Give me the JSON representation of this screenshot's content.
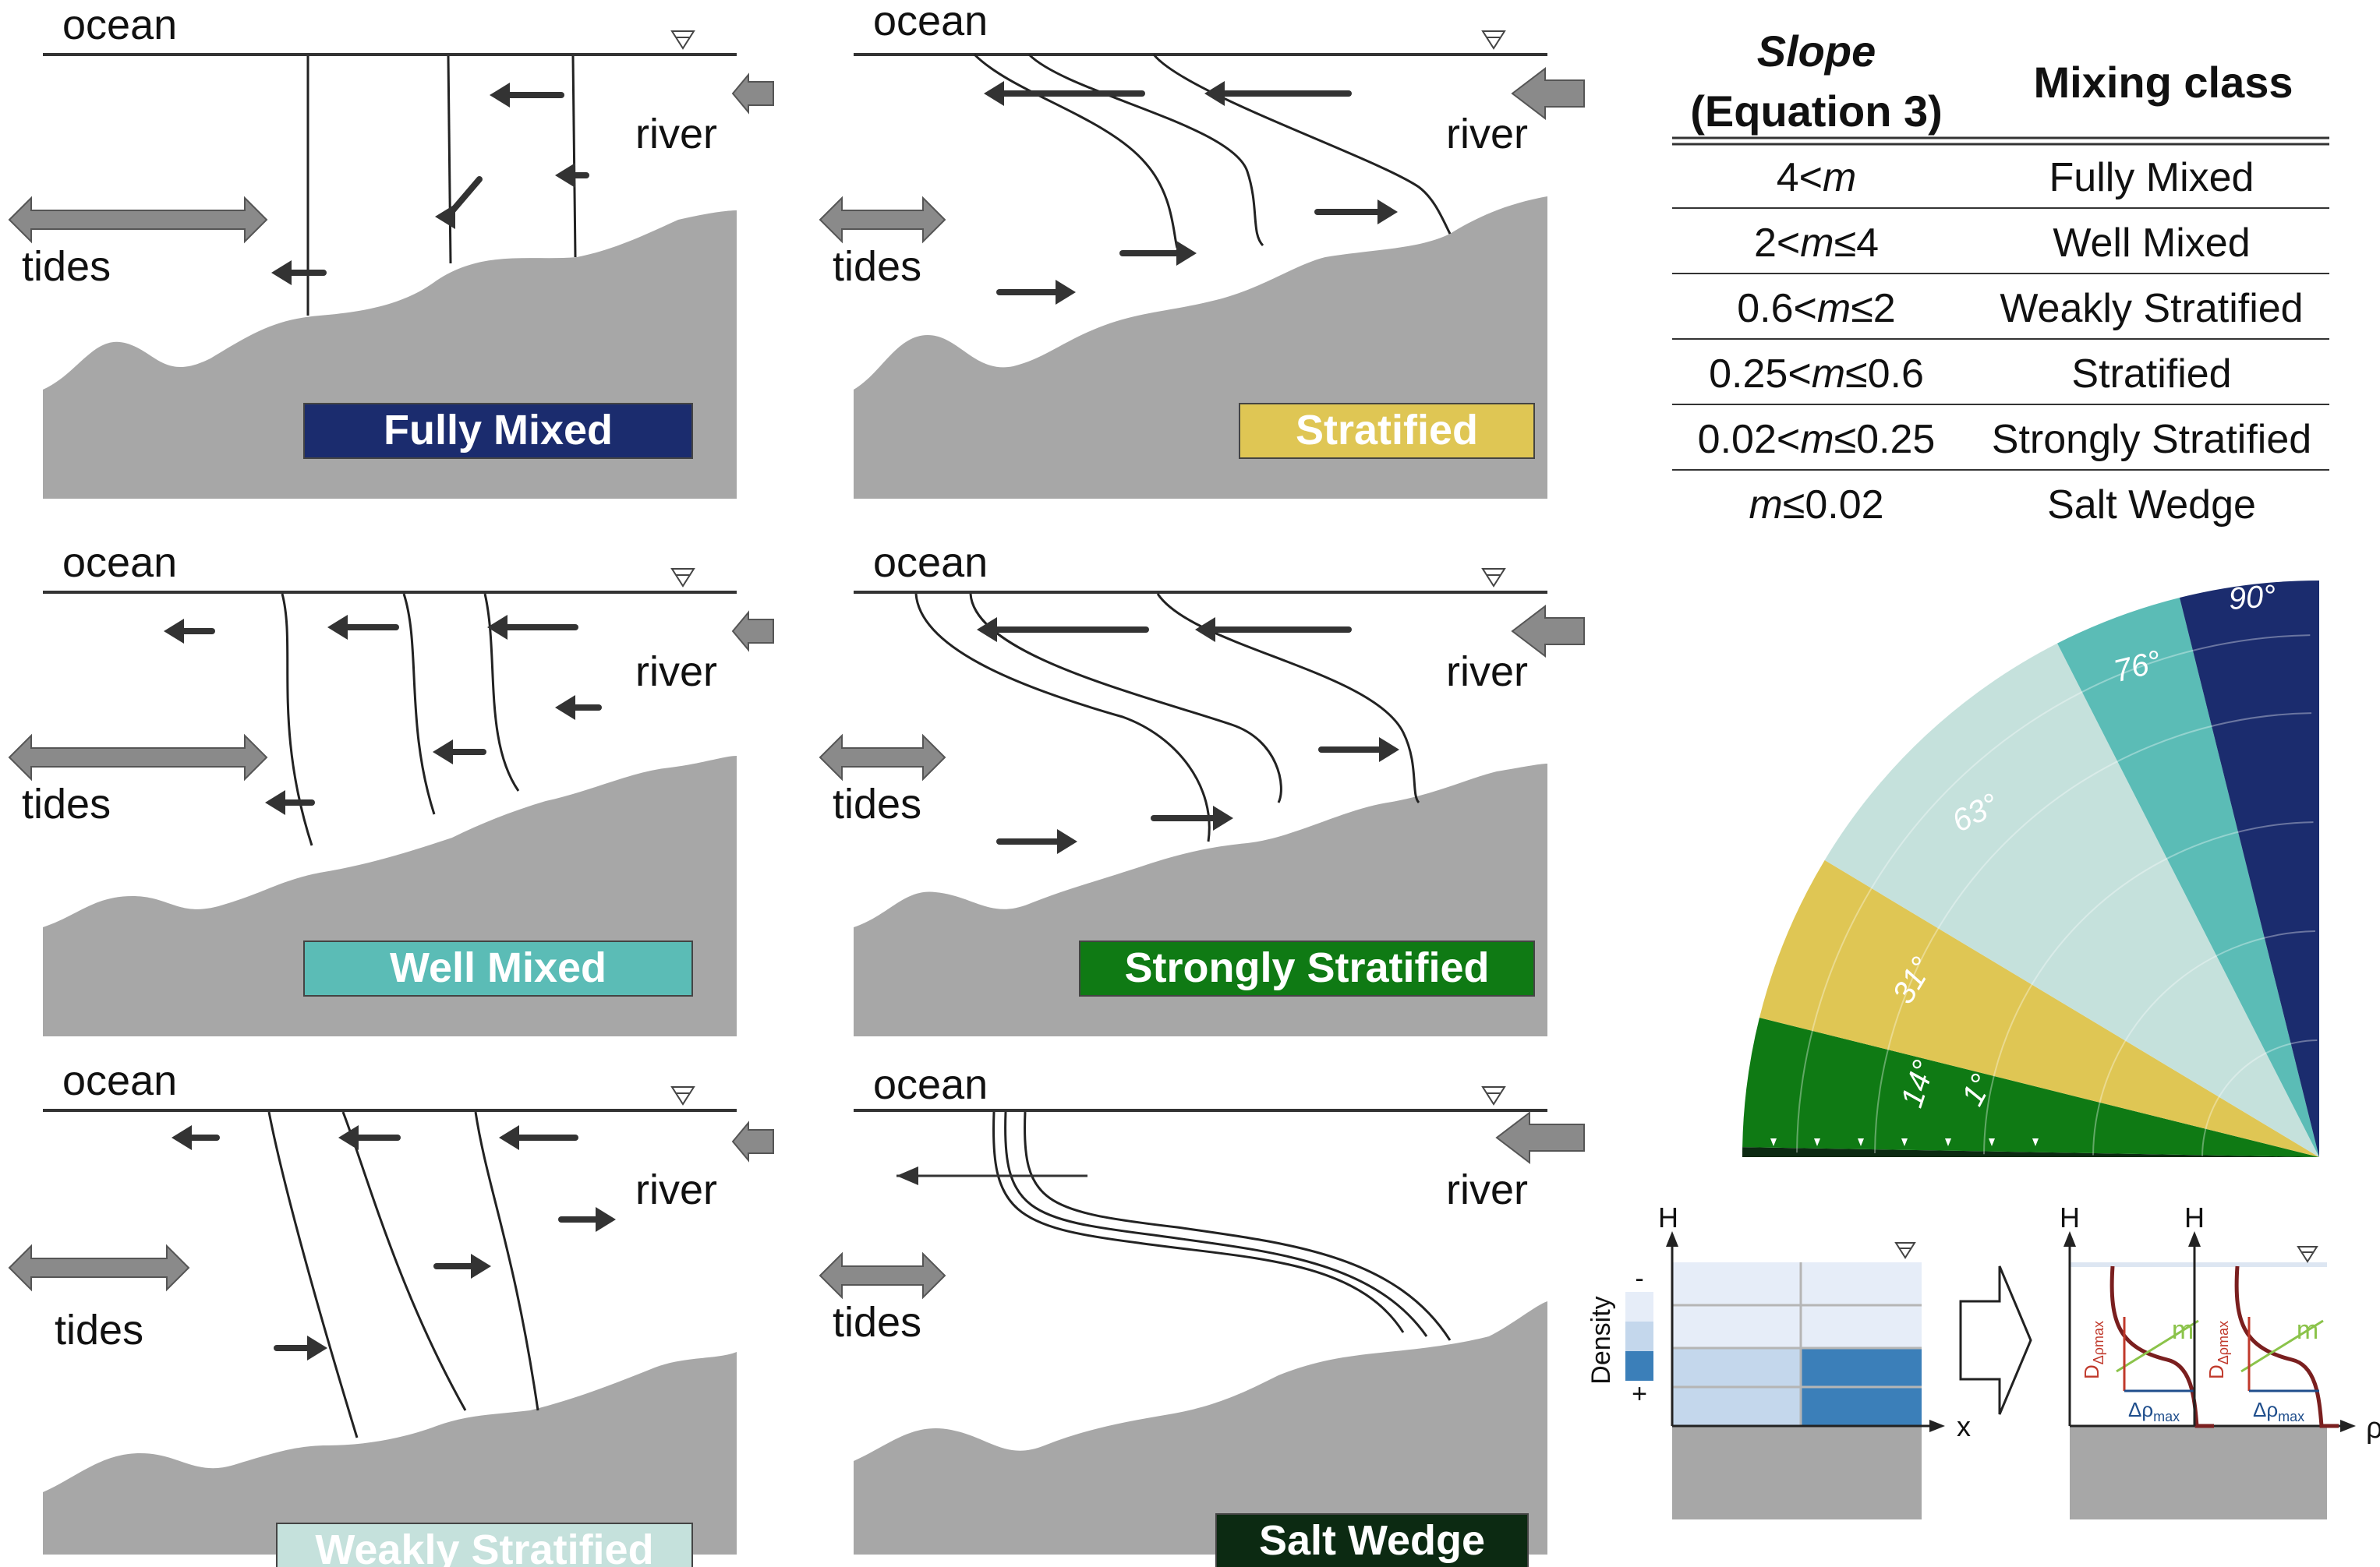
{
  "panels": [
    {
      "id": "fully-mixed",
      "ocean": "ocean",
      "river": "river",
      "tides": "tides",
      "class_label": "Fully Mixed",
      "color": "#1b2c6e",
      "text_color": "#ffffff"
    },
    {
      "id": "stratified",
      "ocean": "ocean",
      "river": "river",
      "tides": "tides",
      "class_label": "Stratified",
      "color": "#dfc654",
      "text_color": "#ffffff"
    },
    {
      "id": "well-mixed",
      "ocean": "ocean",
      "river": "river",
      "tides": "tides",
      "class_label": "Well Mixed",
      "color": "#5bbcb6",
      "text_color": "#ffffff"
    },
    {
      "id": "strongly-stratified",
      "ocean": "ocean",
      "river": "river",
      "tides": "tides",
      "class_label": "Strongly Stratified",
      "color": "#0f7a14",
      "text_color": "#ffffff"
    },
    {
      "id": "weakly-stratified",
      "ocean": "ocean",
      "river": "river",
      "tides": "tides",
      "class_label": "Weakly Stratified",
      "color": "#c5e1dc",
      "text_color": "#ffffff"
    },
    {
      "id": "salt-wedge",
      "ocean": "ocean",
      "river": "river",
      "tides": "tides",
      "class_label": "Salt Wedge",
      "color": "#0c2a12",
      "text_color": "#ffffff"
    }
  ],
  "table": {
    "header_slope": "Slope",
    "header_equation": "(Equation 3)",
    "header_class": "Mixing class",
    "rows": [
      {
        "slope": "4<m",
        "class": "Fully Mixed"
      },
      {
        "slope": "2<m≤4",
        "class": "Well Mixed"
      },
      {
        "slope": "0.6<m≤2",
        "class": "Weakly Stratified"
      },
      {
        "slope": "0.25<m≤0.6",
        "class": "Stratified"
      },
      {
        "slope": "0.02<m≤0.25",
        "class": "Strongly Stratified"
      },
      {
        "slope": "m≤0.02",
        "class": "Salt Wedge"
      }
    ]
  },
  "angle_chart": {
    "sectors": [
      {
        "from": 0,
        "to": 1,
        "color": "#0c2a12"
      },
      {
        "from": 1,
        "to": 14,
        "color": "#0f7a14"
      },
      {
        "from": 14,
        "to": 31,
        "color": "#dfc654"
      },
      {
        "from": 31,
        "to": 63,
        "color": "#c5e1dc"
      },
      {
        "from": 63,
        "to": 76,
        "color": "#5bbcb6"
      },
      {
        "from": 76,
        "to": 90,
        "color": "#1b2c6e"
      }
    ],
    "angle_labels": [
      "1°",
      "14°",
      "31°",
      "63°",
      "76°",
      "90°"
    ]
  },
  "density_diagram": {
    "h_label": "H",
    "x_label": "x",
    "density_label": "Density",
    "minus": "-",
    "plus": "+",
    "palette": [
      "#e6edf8",
      "#c4d7ec",
      "#3b7fb9"
    ]
  },
  "profile_diagram": {
    "h_label": "H",
    "rho_label": "ρ",
    "m_label": "m",
    "d_label": "D",
    "d_sub": "Δρmax",
    "drho_label": "Δρ",
    "drho_sub": "max"
  }
}
